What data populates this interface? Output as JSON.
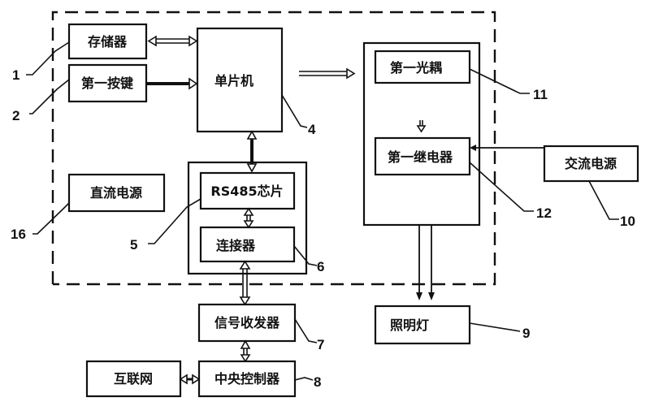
{
  "diagram": {
    "type": "block-diagram",
    "blocks": {
      "memory": {
        "label": "存储器",
        "ref": "1"
      },
      "first_key": {
        "label": "第一按键",
        "ref": "2"
      },
      "mcu": {
        "label": "单片机",
        "ref": "4"
      },
      "rs485": {
        "label": "RS485芯片",
        "ref": "5"
      },
      "connector": {
        "label": "连接器",
        "ref": "6"
      },
      "transceiver": {
        "label": "信号收发器",
        "ref": "7"
      },
      "central_controller": {
        "label": "中央控制器",
        "ref": "8"
      },
      "lamp": {
        "label": "照明灯",
        "ref": "9"
      },
      "ac_power": {
        "label": "交流电源",
        "ref": "10"
      },
      "first_optocoupler": {
        "label": "第一光耦",
        "ref": "11"
      },
      "first_relay": {
        "label": "第一继电器",
        "ref": "12"
      },
      "dc_power": {
        "label": "直流电源",
        "ref": "16"
      },
      "internet": {
        "label": "互联网"
      }
    },
    "connections": [
      {
        "from": "memory",
        "to": "mcu",
        "kind": "bidirectional"
      },
      {
        "from": "first_key",
        "to": "mcu",
        "kind": "unidirectional"
      },
      {
        "from": "mcu",
        "to": "output_module",
        "kind": "unidirectional"
      },
      {
        "from": "first_optocoupler",
        "to": "first_relay",
        "kind": "unidirectional"
      },
      {
        "from": "ac_power",
        "to": "first_relay",
        "kind": "line"
      },
      {
        "from": "first_relay",
        "to": "lamp",
        "kind": "two-wire"
      },
      {
        "from": "mcu",
        "to": "rs485",
        "kind": "bidirectional"
      },
      {
        "from": "rs485",
        "to": "connector",
        "kind": "bidirectional"
      },
      {
        "from": "connector",
        "to": "transceiver",
        "kind": "bidirectional"
      },
      {
        "from": "transceiver",
        "to": "central_controller",
        "kind": "bidirectional"
      },
      {
        "from": "central_controller",
        "to": "internet",
        "kind": "bidirectional"
      }
    ]
  }
}
